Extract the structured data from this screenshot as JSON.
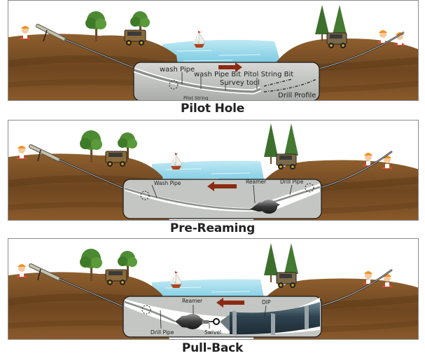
{
  "diagram_title": "Horizontal Directional Drilling Stages",
  "colors": {
    "soil_top": "#8a5a2b",
    "soil_dark": "#5c3a17",
    "water": "#7ccfe6",
    "inset_bg": "#c9cbc7",
    "arrow": "#8b2a12",
    "dip_pipe": "#3f5563"
  },
  "panels": [
    {
      "id": "pilot-hole",
      "caption": "Pilot Hole",
      "direction": "right",
      "labels": {
        "wash_pipe": "wash Pipe",
        "wash_pipe_bit": "wash Pipe Bit",
        "pitol_string_bit": "Pitol String Bit",
        "survey_tool": "Survey tool",
        "pilot_string": "Pilot String",
        "drill_profile": "Drill Profile"
      }
    },
    {
      "id": "pre-reaming",
      "caption": "Pre-Reaming",
      "direction": "left",
      "labels": {
        "wash_pipe": "Wash Pipe",
        "reamer": "Reamer",
        "drill_pipe": "Drill Pipe"
      }
    },
    {
      "id": "pull-back",
      "caption": "Pull-Back",
      "direction": "left",
      "labels": {
        "reamer": "Reamer",
        "dip": "DIP",
        "drill_pipe": "Drill Pipe",
        "swivel": "Swivel"
      }
    }
  ],
  "scene_icons": [
    "worker-icon",
    "drill-rig-icon",
    "tree-icon",
    "truck-icon",
    "sailboat-icon",
    "pine-tree-icon",
    "water-icon"
  ]
}
